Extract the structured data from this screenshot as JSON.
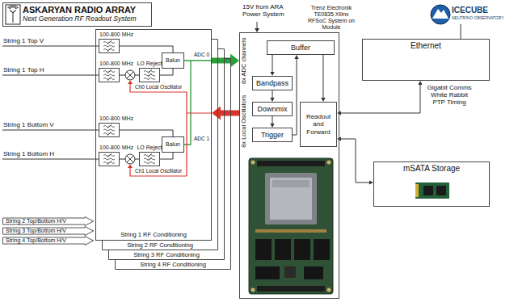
{
  "diagram": {
    "nodes": [
      {
        "text": [
          "ASKARYAN RADIO ARRAY",
          "Next Generation RF Readout System"
        ]
      },
      {
        "text": [
          "String 1 RF Conditioning"
        ]
      },
      {
        "text": [
          "100-800 MHz"
        ],
        "in": 1
      },
      {
        "text": [
          "100-800 MHz"
        ],
        "in": 1
      },
      {
        "text": [
          "LO Reject"
        ],
        "in": 1
      },
      {
        "text": [
          "Balun"
        ],
        "in": 1
      },
      {
        "text": [
          "100-800 MHz"
        ],
        "in": 1
      },
      {
        "text": [
          "100-800 MHz"
        ],
        "in": 1
      },
      {
        "text": [
          "LO Reject"
        ],
        "in": 1
      },
      {
        "text": [
          "Balun"
        ],
        "in": 1
      },
      {
        "text": [
          "String 2 RF Conditioning"
        ]
      },
      {
        "text": [
          "String 3 RF Conditioning"
        ]
      },
      {
        "text": [
          "String 4 RF Conditioning"
        ]
      },
      {
        "text": [
          "String 2 Top/Bottom H/V"
        ]
      },
      {
        "text": [
          "String 3 Top/Bottom H/V"
        ]
      },
      {
        "text": [
          "String 4 Top/Bottom H/V"
        ]
      },
      {
        "text": [
          "Trenz Electronik TE0835 Xilinx RFSoC System on Module"
        ]
      },
      {
        "text": [
          "Buffer"
        ],
        "in": 16
      },
      {
        "text": [
          "Bandpass"
        ],
        "in": 16
      },
      {
        "text": [
          "Downmix"
        ],
        "in": 16
      },
      {
        "text": [
          "Trigger"
        ],
        "in": 16
      },
      {
        "text": [
          "Readout and Forward"
        ],
        "in": 16
      },
      {
        "text": [
          "Ethernet"
        ]
      },
      {
        "text": [
          "mSATA Storage"
        ]
      }
    ],
    "edges": [
      {
        "from": 2,
        "to": 5,
        "arrow": "none"
      },
      {
        "from": 3,
        "to": 4,
        "arrow": "none"
      },
      {
        "from": 4,
        "to": 5,
        "arrow": "none"
      },
      {
        "from": 6,
        "to": 9,
        "arrow": "none"
      },
      {
        "from": 7,
        "to": 8,
        "arrow": "none"
      },
      {
        "from": 8,
        "to": 9,
        "arrow": "none"
      },
      {
        "from": 1,
        "to": 16,
        "arrow": "to"
      },
      {
        "from": 16,
        "to": 1,
        "arrow": "to"
      },
      {
        "from": 17,
        "to": 18,
        "arrow": "to"
      },
      {
        "from": 18,
        "to": 19,
        "arrow": "to"
      },
      {
        "from": 19,
        "to": 20,
        "arrow": "to"
      },
      {
        "from": 20,
        "to": 17,
        "arrow": "to"
      },
      {
        "from": 17,
        "to": 21,
        "arrow": "to"
      },
      {
        "from": 21,
        "to": 22,
        "label": "Gigabit Comms White Rabbit PTP Timing",
        "arrow": "both"
      },
      {
        "from": 21,
        "to": 23,
        "arrow": "both"
      }
    ],
    "labels": [
      "String 1 Top V",
      "String 1 Top H",
      "String 1 Bottom V",
      "String 1 Bottom H",
      "ADC 0",
      "ADC 1",
      "Ch0 Local Oscillator",
      "Ch1 Local Oscillator",
      "15V from ARA Power System",
      "8x ADC channels",
      "8x Local Oscillators",
      "ICECUBE",
      "NEUTRINO OBSERVATORY"
    ]
  }
}
